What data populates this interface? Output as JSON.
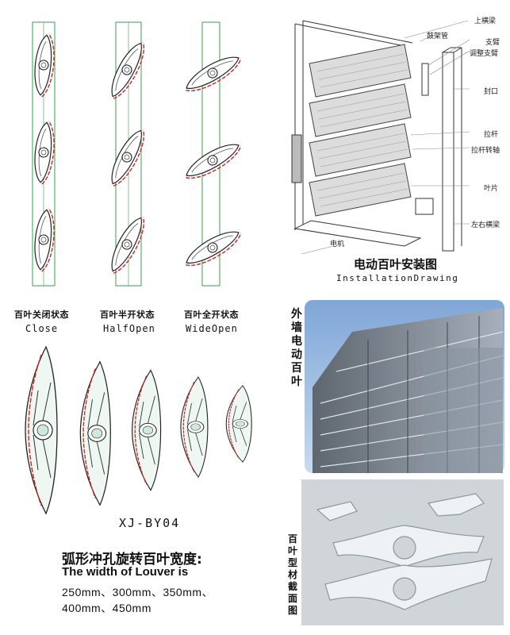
{
  "states": [
    {
      "cn": "百叶关闭状态",
      "en": "Close"
    },
    {
      "cn": "百叶半开状态",
      "en": "HalfOpen"
    },
    {
      "cn": "百叶全开状态",
      "en": "WideOpen"
    }
  ],
  "install": {
    "callouts": [
      "上横梁",
      "鼓架管",
      "支臂",
      "调整支臂",
      "封口",
      "拉杆",
      "拉杆转轴",
      "叶片",
      "左右横梁",
      "电机"
    ],
    "title_cn": "电动百叶安装图",
    "title_en": "InstallationDrawing"
  },
  "photo_label_building": "外墙电动百叶",
  "photo_label_profile": "百叶型材截面图",
  "profile": {
    "model": "XJ-BY04",
    "width_cn": "弧形冲孔旋转百叶宽度:",
    "width_en": "The width of Louver is",
    "sizes_line1": "250mm、300mm、350mm、",
    "sizes_line2": "400mm、450mm"
  },
  "colors": {
    "frame": "#3aa04a",
    "arc": "#d42020",
    "ink": "#222222"
  }
}
